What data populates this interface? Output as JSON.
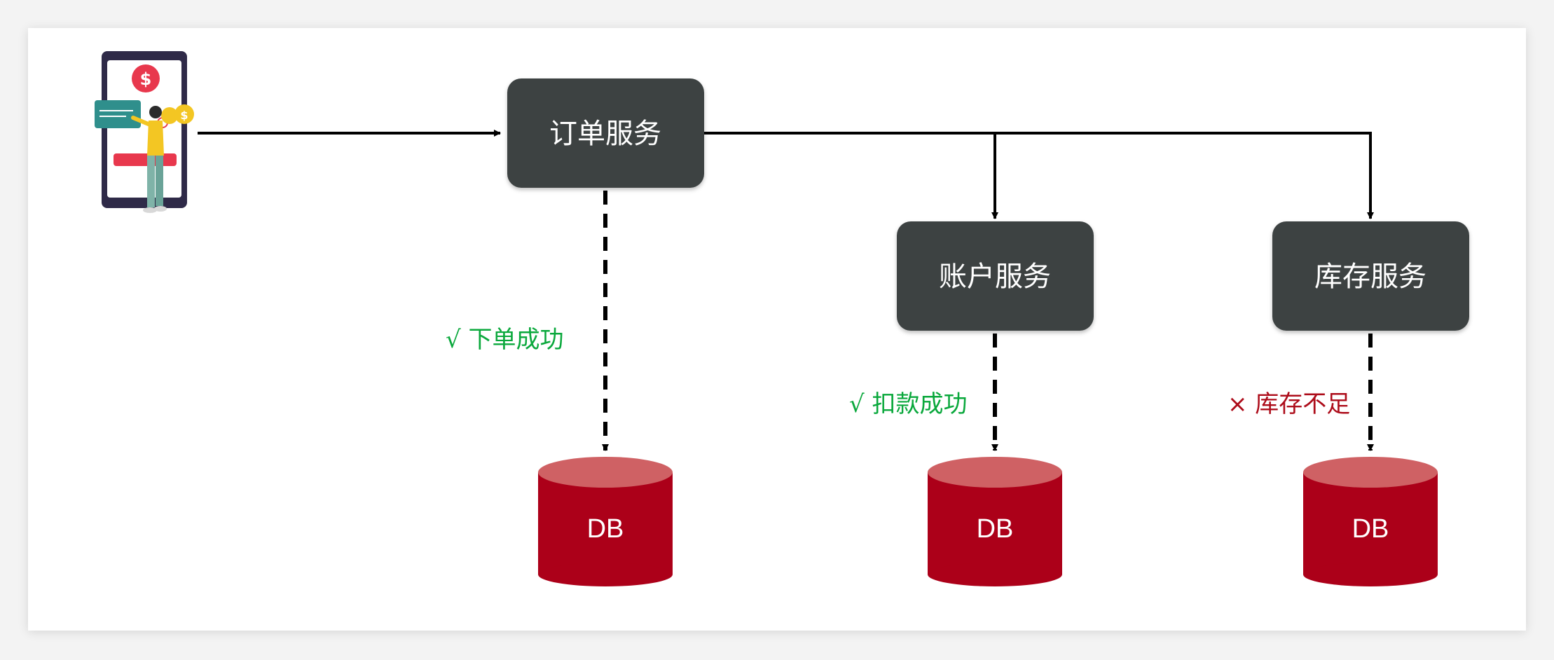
{
  "colors": {
    "service_box": "#3d4242",
    "db_body": "#ac0019",
    "db_top": "#cf6164",
    "ok_text": "#0aa83c",
    "fail_text": "#ad0c1a",
    "arrow": "#000000"
  },
  "client": {
    "icon": "mobile-payment-user-icon"
  },
  "services": {
    "order": {
      "label": "订单服务"
    },
    "account": {
      "label": "账户服务"
    },
    "storage": {
      "label": "库存服务"
    }
  },
  "databases": {
    "order": {
      "label": "DB"
    },
    "account": {
      "label": "DB"
    },
    "storage": {
      "label": "DB"
    }
  },
  "results": {
    "order": {
      "text": "√  下单成功",
      "status": "success"
    },
    "account": {
      "text": "√  扣款成功",
      "status": "success"
    },
    "storage": {
      "text": "× 库存不足",
      "status": "failure"
    }
  }
}
